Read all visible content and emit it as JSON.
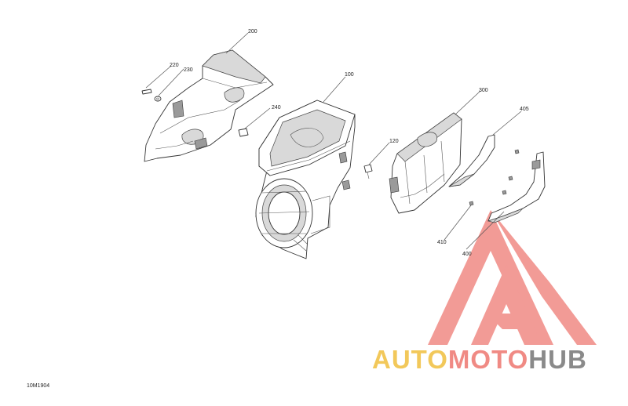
{
  "labels": {
    "p200": "200",
    "p220": "220",
    "p230": "230",
    "p240": "240",
    "p100": "100",
    "p120": "120",
    "p300": "300",
    "p405": "405",
    "p410": "410",
    "p400": "400"
  },
  "diagram_code": "10M1904",
  "watermark": {
    "part1": "AUTO",
    "part2": "MOTO",
    "part3": "HUB",
    "color1": "#f2c85a",
    "color2": "#f08a84",
    "color3": "#8a8a8a",
    "logo_color": "#f08a84"
  }
}
